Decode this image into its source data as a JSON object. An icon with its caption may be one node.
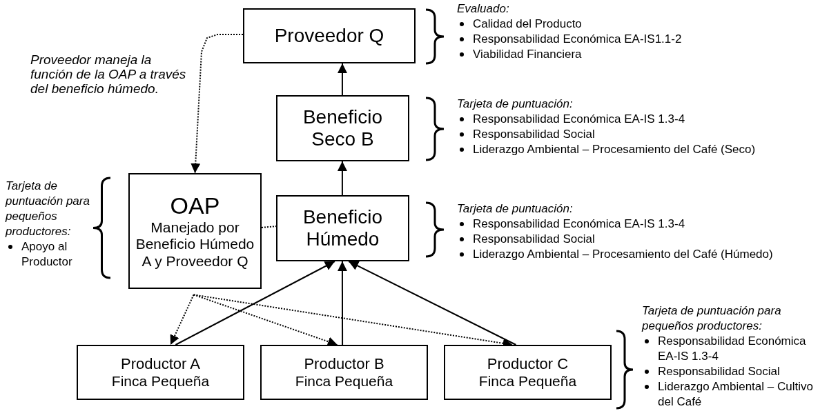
{
  "diagram": {
    "nodes": [
      {
        "text": [
          "Proveedor Q"
        ]
      },
      {
        "text": [
          "Beneficio Seco B"
        ]
      },
      {
        "text": [
          "OAP",
          "Manejado por Beneficio Húmedo A y Proveedor Q"
        ]
      },
      {
        "text": [
          "Beneficio Húmedo"
        ]
      },
      {
        "text": [
          "Productor A",
          "Finca Pequeña"
        ]
      },
      {
        "text": [
          "Productor B",
          "Finca Pequeña"
        ]
      },
      {
        "text": [
          "Productor C",
          "Finca Pequeña"
        ]
      }
    ],
    "edges": [
      {
        "from": 0,
        "to": 2,
        "arrow": "to",
        "style": "dashed"
      },
      {
        "from": 2,
        "to": 3,
        "arrow": "none",
        "style": "dashed"
      },
      {
        "from": 3,
        "to": 1,
        "arrow": "to"
      },
      {
        "from": 1,
        "to": 0,
        "arrow": "to"
      },
      {
        "from": 2,
        "to": 4,
        "arrow": "to",
        "style": "dashed"
      },
      {
        "from": 2,
        "to": 5,
        "arrow": "to",
        "style": "dashed"
      },
      {
        "from": 2,
        "to": 6,
        "arrow": "to",
        "style": "dashed"
      },
      {
        "from": 4,
        "to": 3,
        "arrow": "to"
      },
      {
        "from": 5,
        "to": 3,
        "arrow": "to"
      },
      {
        "from": 6,
        "to": 3,
        "arrow": "to"
      }
    ],
    "labels": [
      "Evaluado:",
      "Calidad del Producto",
      "Responsabilidad Económica EA-IS1.1-2",
      "Viabilidad Financiera",
      "Proveedor maneja la función de la OAP a través del beneficio húmedo.",
      "Tarjeta de puntuación:",
      "Responsabilidad Económica EA-IS 1.3-4",
      "Responsabilidad Social",
      "Liderazgo Ambiental – Procesamiento del Café (Seco)",
      "Tarjeta de puntuación para pequeños productores:",
      "Apoyo al Productor",
      "Tarjeta de puntuación:",
      "Responsabilidad Económica EA-IS 1.3-4",
      "Responsabilidad Social",
      "Liderazgo Ambiental – Procesamiento del Café (Húmedo)",
      "Tarjeta de puntuación para pequeños productores:",
      "Responsabilidad Económica EA-IS 1.3-4",
      "Responsabilidad Social",
      "Liderazgo Ambiental – Cultivo del Café"
    ]
  }
}
